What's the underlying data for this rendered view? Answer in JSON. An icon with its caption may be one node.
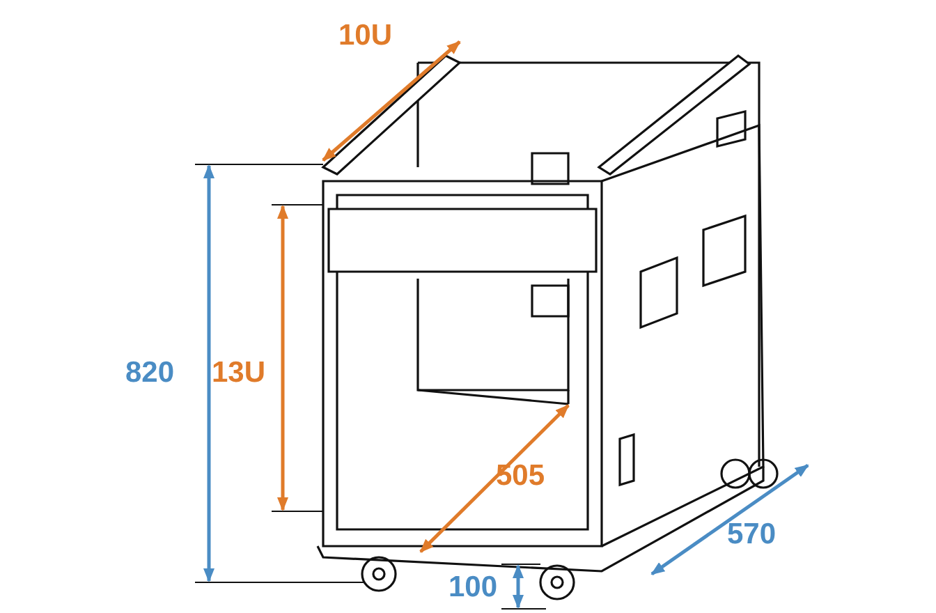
{
  "diagram": {
    "labels": [
      "10U",
      "820",
      "13U",
      "505",
      "570",
      "100"
    ]
  }
}
